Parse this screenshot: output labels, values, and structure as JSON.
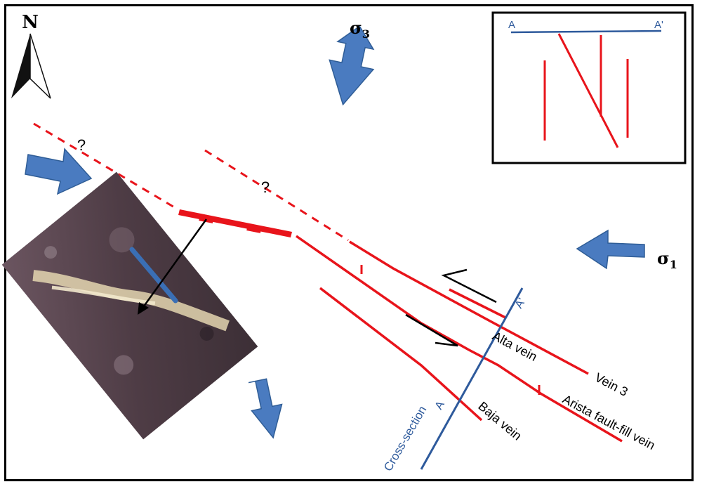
{
  "compass": {
    "letter": "N"
  },
  "stress": {
    "sigma3": {
      "symbol": "σ",
      "subscript": "3"
    },
    "sigma1": {
      "symbol": "σ",
      "subscript": "1"
    }
  },
  "uncertain_marks": [
    "?",
    "?"
  ],
  "veins": {
    "alta": "Alta vein",
    "vein3": "Vein 3",
    "baja": "Baja vein",
    "arista": "Arista fault-fill vein"
  },
  "cross_section": {
    "label": "Cross-section",
    "end_a": "A",
    "end_a_prime": "A'"
  },
  "inset": {
    "end_a": "A",
    "end_a_prime": "A'"
  },
  "colors": {
    "vein_red": "#e8141b",
    "section_blue": "#2e5a9c",
    "arrow_blue": "#4a7bc0",
    "arrow_outline": "#2f5d96"
  }
}
